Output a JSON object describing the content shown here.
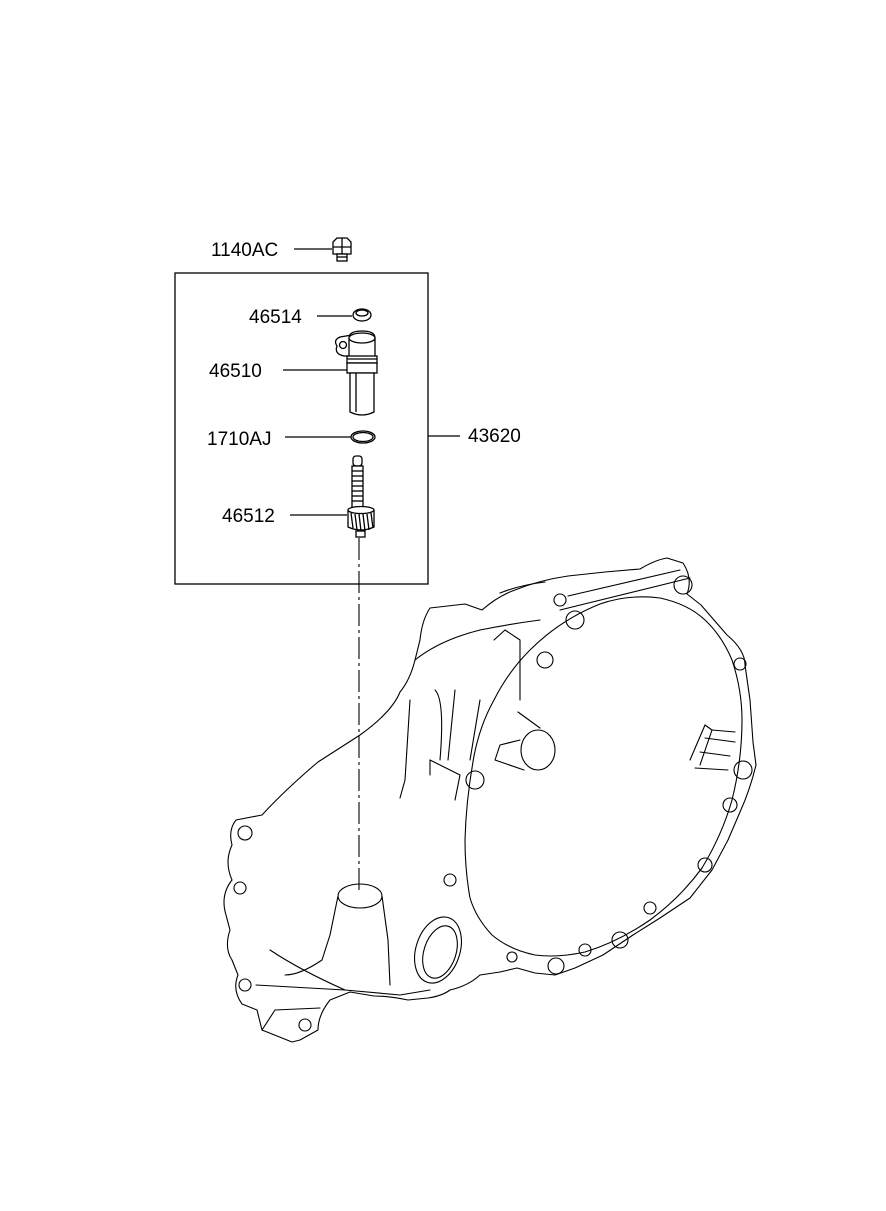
{
  "labels": {
    "bolt": "1140AC",
    "bush": "46514",
    "sleeve": "46510",
    "oring": "1710AJ",
    "gear": "46512",
    "assembly": "43620"
  },
  "icons": [
    "bolt-icon",
    "bush-icon",
    "sleeve-icon",
    "oring-icon",
    "gear-icon",
    "transmission-case-icon"
  ]
}
